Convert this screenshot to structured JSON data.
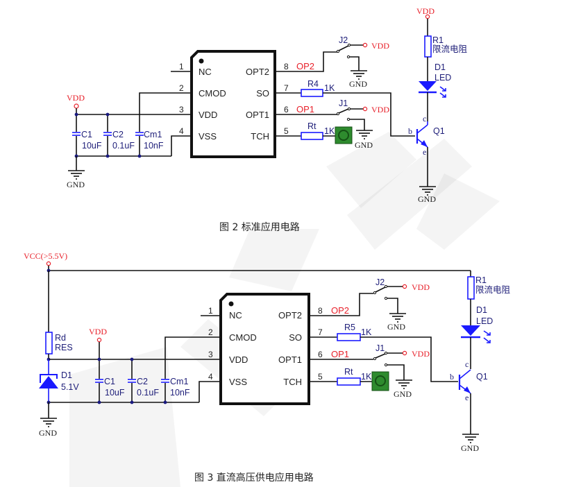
{
  "figures": [
    {
      "caption": "图 2  标准应用电路",
      "chip": {
        "left_pins": [
          {
            "num": "1",
            "label": "NC"
          },
          {
            "num": "2",
            "label": "CMOD"
          },
          {
            "num": "3",
            "label": "VDD"
          },
          {
            "num": "4",
            "label": "VSS"
          }
        ],
        "right_pins": [
          {
            "num": "8",
            "label": "OPT2",
            "net": "OP2"
          },
          {
            "num": "7",
            "label": "SO"
          },
          {
            "num": "6",
            "label": "OPT1",
            "net": "OP1"
          },
          {
            "num": "5",
            "label": "TCH"
          }
        ]
      },
      "power": {
        "vdd": "VDD",
        "gnd": "GND"
      },
      "capacitors": [
        {
          "ref": "C1",
          "value": "10uF"
        },
        {
          "ref": "C2",
          "value": "0.1uF"
        },
        {
          "ref": "Cm1",
          "value": "10nF"
        }
      ],
      "so_resistor": {
        "ref": "R4",
        "value": "1K"
      },
      "touch_resistor": {
        "ref": "Rt",
        "value": "1K"
      },
      "jumpers": [
        {
          "ref": "J2",
          "to": "VDD",
          "gnd": "GND"
        },
        {
          "ref": "J1",
          "to": "VDD",
          "gnd": "GND"
        }
      ],
      "load": {
        "resistor_ref": "R1",
        "resistor_desc": "限流电阻",
        "led_ref": "D1",
        "led_value": "LED",
        "transistor_ref": "Q1",
        "pins": {
          "b": "b",
          "c": "c",
          "e": "e"
        },
        "vdd": "VDD",
        "gnd": "GND"
      }
    },
    {
      "caption": "图 3  直流高压供电应用电路",
      "supply": "VCC(>5.5V)",
      "chip": {
        "left_pins": [
          {
            "num": "1",
            "label": "NC"
          },
          {
            "num": "2",
            "label": "CMOD"
          },
          {
            "num": "3",
            "label": "VDD"
          },
          {
            "num": "4",
            "label": "VSS"
          }
        ],
        "right_pins": [
          {
            "num": "8",
            "label": "OPT2",
            "net": "OP2"
          },
          {
            "num": "7",
            "label": "SO"
          },
          {
            "num": "6",
            "label": "OPT1",
            "net": "OP1"
          },
          {
            "num": "5",
            "label": "TCH"
          }
        ]
      },
      "power": {
        "vdd": "VDD",
        "gnd": "GND"
      },
      "dropper": {
        "ref": "Rd",
        "value": "RES"
      },
      "zener": {
        "ref": "D1",
        "value": "5.1V"
      },
      "capacitors": [
        {
          "ref": "C1",
          "value": "10uF"
        },
        {
          "ref": "C2",
          "value": "0.1uF"
        },
        {
          "ref": "Cm1",
          "value": "10nF"
        }
      ],
      "so_resistor": {
        "ref": "R5",
        "value": "1K"
      },
      "touch_resistor": {
        "ref": "Rt",
        "value": "1K"
      },
      "jumpers": [
        {
          "ref": "J2",
          "to": "VDD",
          "gnd": "GND"
        },
        {
          "ref": "J1",
          "to": "VDD",
          "gnd": "GND"
        }
      ],
      "load": {
        "resistor_ref": "R1",
        "resistor_desc": "限流电阻",
        "led_ref": "D1",
        "led_value": "LED",
        "transistor_ref": "Q1",
        "pins": {
          "b": "b",
          "c": "c",
          "e": "e"
        },
        "gnd": "GND"
      }
    }
  ],
  "colors": {
    "wire": "#111111",
    "component": "#1a1aff",
    "net_label": "#e8202a",
    "touch_pad": "#2e8b2e"
  }
}
